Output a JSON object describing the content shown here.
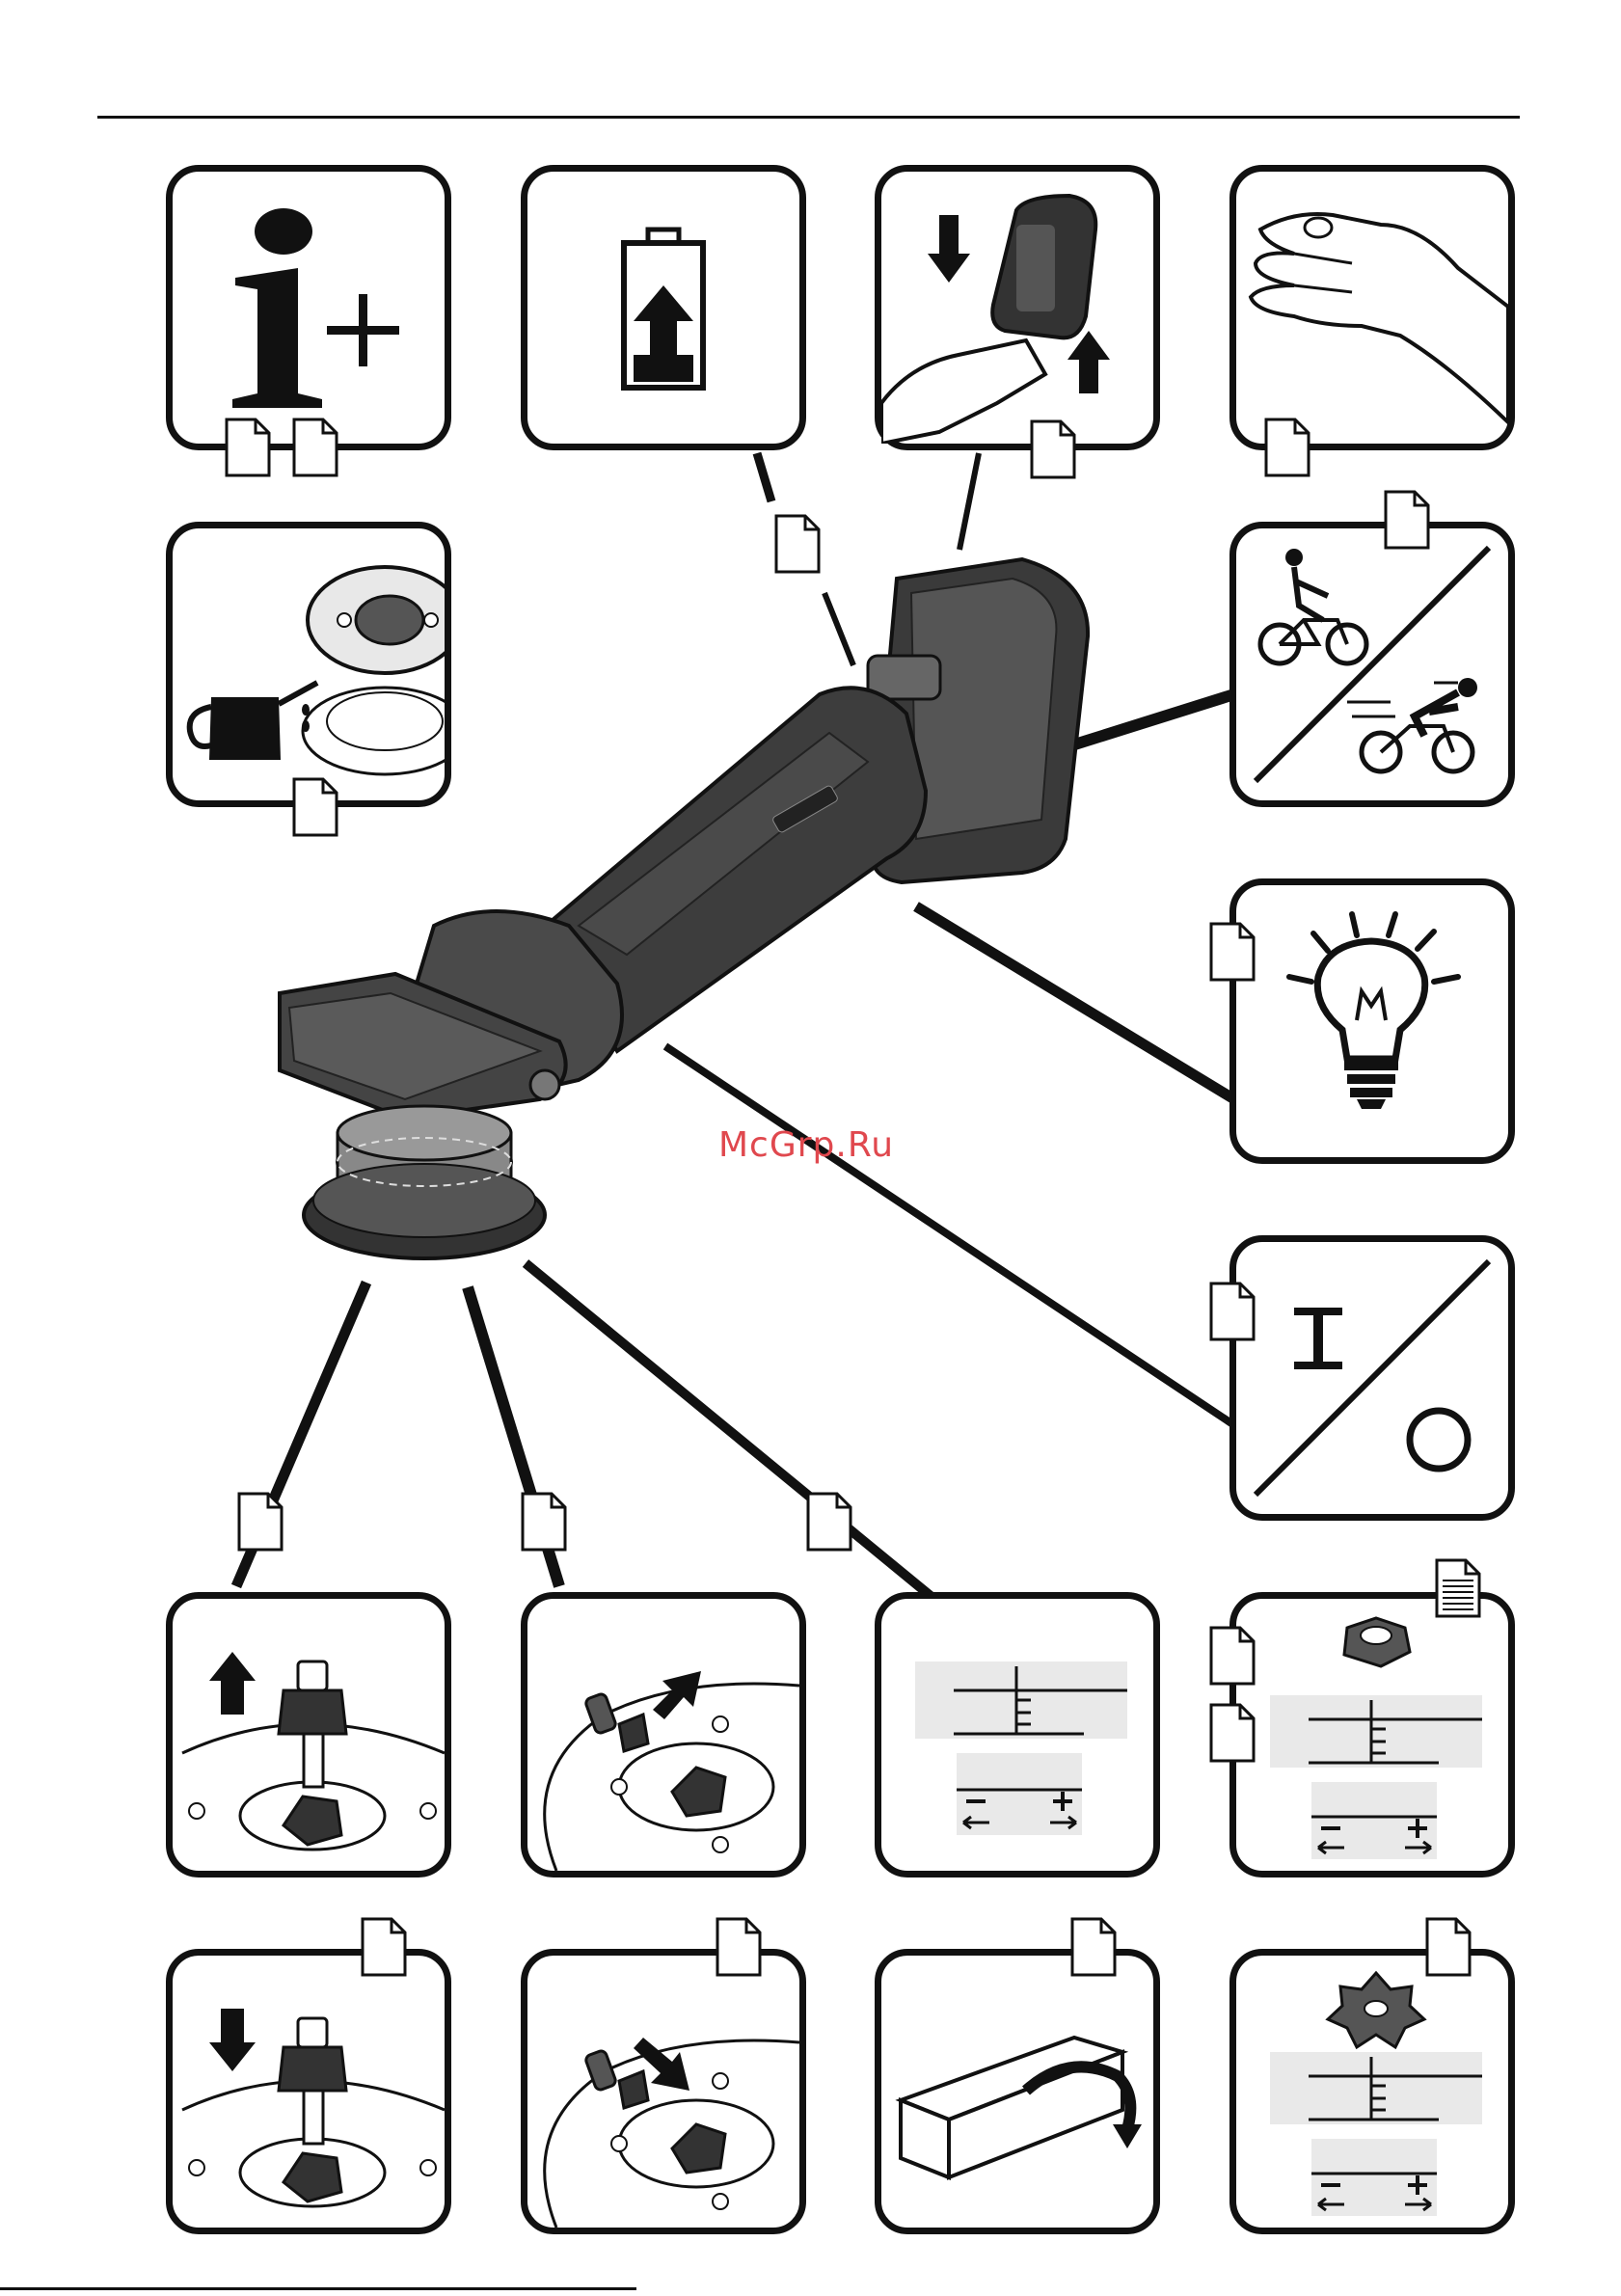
{
  "watermark": "McGrp.Ru",
  "colors": {
    "ink": "#111111",
    "watermark": "#e0484e",
    "panel": "#e9e9e9"
  },
  "panels": [
    {
      "id": "info",
      "icon": "info-plus-icon"
    },
    {
      "id": "battery-charge",
      "icon": "battery-charge-icon"
    },
    {
      "id": "battery-insert",
      "icon": "battery-insert-icon"
    },
    {
      "id": "hand-grip",
      "icon": "hand-icon"
    },
    {
      "id": "lubricate",
      "icon": "oil-can-icon"
    },
    {
      "id": "speed-mode",
      "icon": "bicycle-speed-icon"
    },
    {
      "id": "work-light",
      "icon": "light-bulb-icon"
    },
    {
      "id": "on-off",
      "icon": "on-off-switch-icon"
    },
    {
      "id": "pad-remove",
      "icon": "pad-remove-icon"
    },
    {
      "id": "adapter-remove",
      "icon": "adapter-remove-icon"
    },
    {
      "id": "stroke-setting",
      "icon": "stroke-scale-icon"
    },
    {
      "id": "stroke-nut-setting",
      "icon": "stroke-nut-scale-icon"
    },
    {
      "id": "pad-insert",
      "icon": "pad-insert-icon"
    },
    {
      "id": "adapter-insert",
      "icon": "adapter-insert-icon"
    },
    {
      "id": "sanding-edge",
      "icon": "sanding-block-icon"
    },
    {
      "id": "nut-adjust",
      "icon": "star-nut-scale-icon"
    }
  ],
  "scale_labels": {
    "minus": "–",
    "plus": "+"
  },
  "on_label": "I"
}
